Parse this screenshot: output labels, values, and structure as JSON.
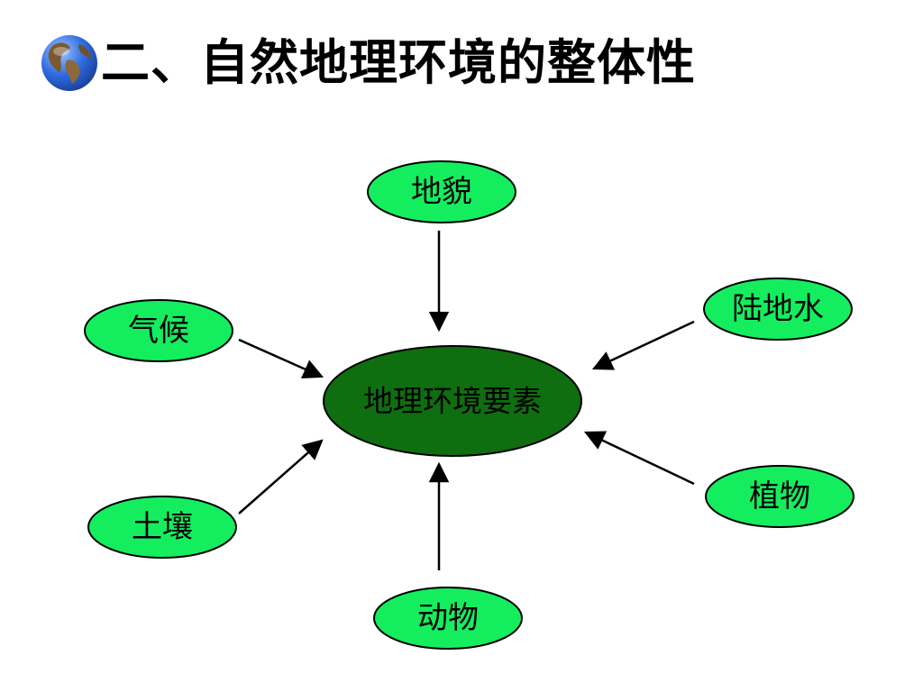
{
  "title": "二、自然地理环境的整体性",
  "diagram": {
    "center": "地理环境要素",
    "nodes": {
      "landform": "地貌",
      "climate": "气候",
      "land_water": "陆地水",
      "soil": "土壤",
      "plants": "植物",
      "animals": "动物"
    }
  },
  "colors": {
    "node_fill": "#14ee5e",
    "center_fill": "#0f6e0f",
    "stroke": "#000000"
  },
  "icons": {
    "title": "globe-icon"
  }
}
